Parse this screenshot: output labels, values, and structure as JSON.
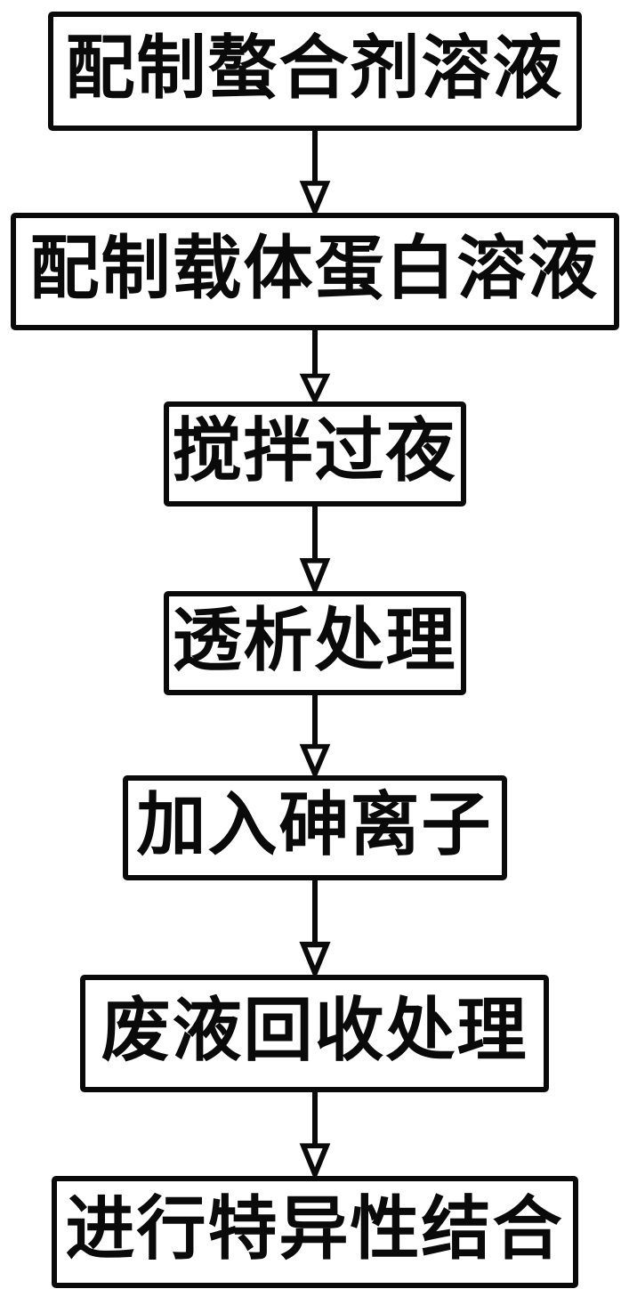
{
  "diagram": {
    "type": "flowchart",
    "direction": "top-down",
    "steps": [
      {
        "label": "配制螯合剂溶液"
      },
      {
        "label": "配制载体蛋白溶液"
      },
      {
        "label": "搅拌过夜"
      },
      {
        "label": "透析处理"
      },
      {
        "label": "加入砷离子"
      },
      {
        "label": "废液回收处理"
      },
      {
        "label": "进行特异性结合"
      }
    ],
    "connector": {
      "style": "hollow-triangle-arrow",
      "direction": "down"
    },
    "colors": {
      "stroke": "#0a0a0a",
      "text": "#0a0a0a",
      "background": "#ffffff"
    }
  }
}
